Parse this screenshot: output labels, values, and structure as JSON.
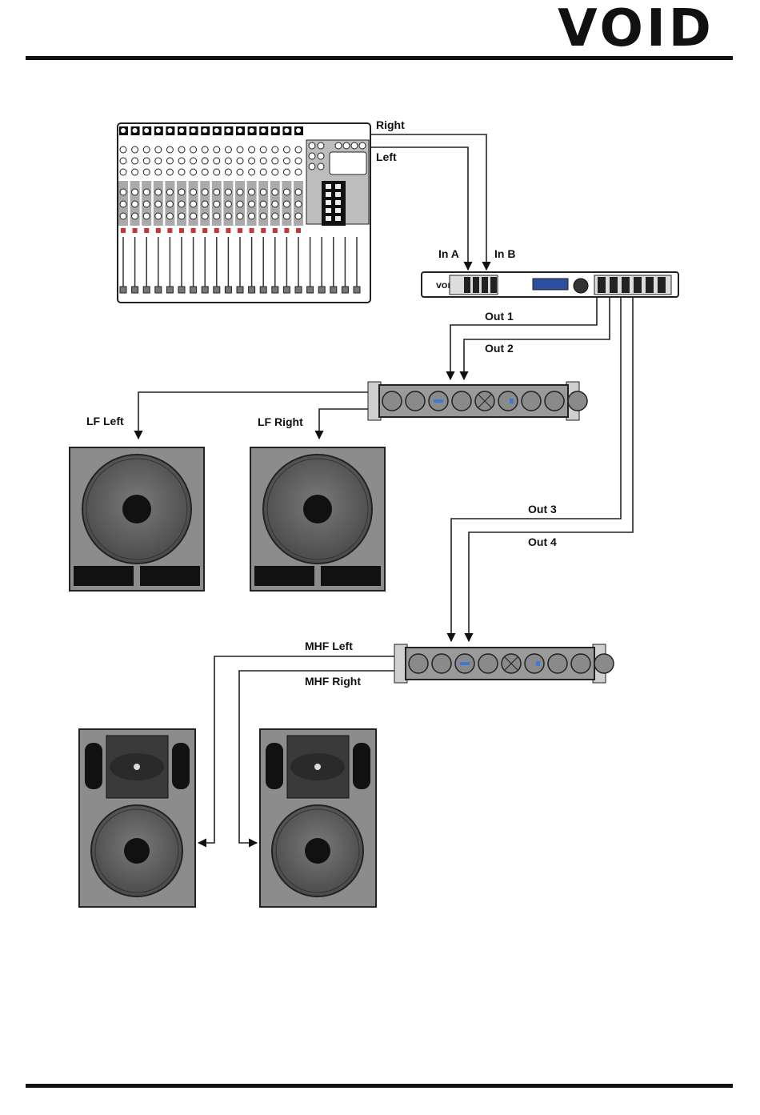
{
  "header": {
    "logo_text": "VOID"
  },
  "signal_labels": {
    "right": "Right",
    "left": "Left",
    "in_a": "In A",
    "in_b": "In B",
    "out_1": "Out 1",
    "out_2": "Out 2",
    "out_3": "Out 3",
    "out_4": "Out 4",
    "lf_left": "LF Left",
    "lf_right": "LF Right",
    "mhf_left": "MHF Left",
    "mhf_right": "MHF Right"
  },
  "colors": {
    "ink": "#111111",
    "device_grey": "#9a9a9a",
    "speaker_cabinet": "#8c8c8c",
    "cone": "#555555",
    "amp_led": "#3a7bd5"
  }
}
